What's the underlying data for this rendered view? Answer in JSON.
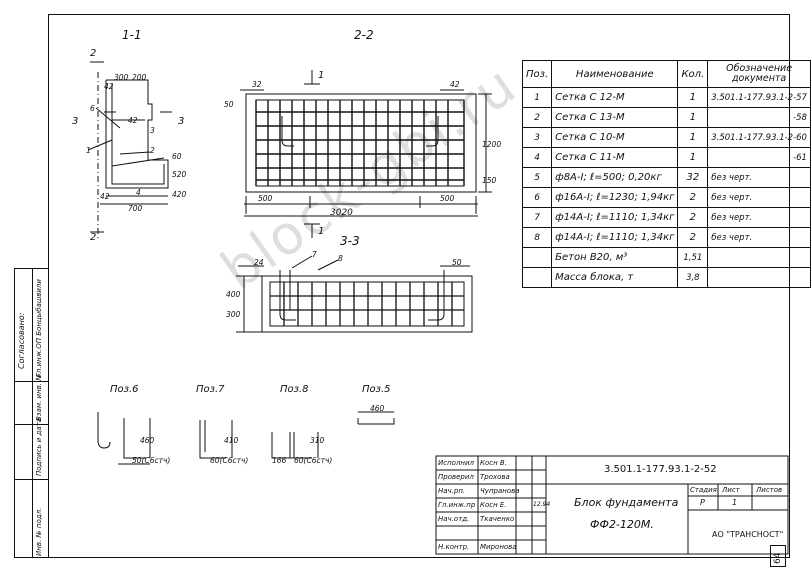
{
  "sections": {
    "s11": "1-1",
    "s22": "2-2",
    "s33": "3-3"
  },
  "dims": {
    "d300": "300",
    "d200": "200",
    "d42a": "42",
    "d42b": "42",
    "d60": "60",
    "d42c": "42",
    "d700": "700",
    "d4": "4",
    "d2": "2",
    "d6": "6",
    "d1": "1",
    "d3": "3",
    "d520": "520",
    "d420": "420",
    "d32": "32",
    "d42top": "42",
    "d50": "50",
    "d1200": "1200",
    "d150": "150",
    "d500a": "500",
    "d500b": "500",
    "d3020": "3020",
    "d24": "24",
    "d7": "7",
    "d8": "8",
    "d50b": "50",
    "d300b": "300",
    "d400": "400",
    "p6_460": "460",
    "p6_50": "50(С6стч)",
    "p7_410": "410",
    "p7_60": "60(С6стч)",
    "p8_310": "310",
    "p8_60": "60(С6стч)",
    "p8_166": "166",
    "p5_460": "460"
  },
  "cuts": {
    "c2": "2",
    "c3": "3",
    "c1": "1"
  },
  "positions": {
    "pos6": "Поз.6",
    "pos7": "Поз.7",
    "pos8": "Поз.8",
    "pos5": "Поз.5"
  },
  "spec": {
    "header": {
      "pos": "Поз.",
      "name": "Наименование",
      "qty": "Кол.",
      "designation": "Обозначение документа"
    },
    "rows": [
      {
        "pos": "1",
        "name": "Сетка С 12-М",
        "qty": "1",
        "doc": "3.501.1-177.93.1-2-57"
      },
      {
        "pos": "2",
        "name": "Сетка С 13-М",
        "qty": "1",
        "doc": "-58"
      },
      {
        "pos": "3",
        "name": "Сетка С 10-М",
        "qty": "1",
        "doc": "3.501.1-177.93.1-2-60"
      },
      {
        "pos": "4",
        "name": "Сетка С 11-М",
        "qty": "1",
        "doc": "-61"
      },
      {
        "pos": "5",
        "name": "ф8А-I; ℓ=500; 0,20кг",
        "qty": "32",
        "doc": "без черт."
      },
      {
        "pos": "6",
        "name": "ф16А-I; ℓ=1230; 1,94кг",
        "qty": "2",
        "doc": "без черт."
      },
      {
        "pos": "7",
        "name": "ф14А-I; ℓ=1110; 1,34кг",
        "qty": "2",
        "doc": "без черт."
      },
      {
        "pos": "8",
        "name": "ф14А-I; ℓ=1110; 1,34кг",
        "qty": "2",
        "doc": "без черт."
      },
      {
        "pos": "",
        "name": "Бетон В20, м³",
        "qty": "1,51",
        "doc": ""
      },
      {
        "pos": "",
        "name": "Масса блока, т",
        "qty": "3,8",
        "doc": ""
      }
    ]
  },
  "stamp": {
    "roles": [
      "Исполнил",
      "Проверил",
      "Нач.рп.",
      "Гл.инж.пр",
      "Нач.отд.",
      "",
      "Н.контр."
    ],
    "names": [
      "Косн В.",
      "Трохова",
      "Чупранова",
      "Косн Е.",
      "Ткаченко",
      "",
      "Миронова"
    ],
    "date": "12.94",
    "code": "3.501.1-177.93.1-2-52",
    "title1": "Блок фундамента",
    "title2": "ФФ2-120М.",
    "stage_h": "Стадия",
    "sheet_h": "Лист",
    "sheets_h": "Листов",
    "stage": "Р",
    "sheet": "1",
    "org": "АО \"ТРАНСНОСТ\""
  },
  "side": {
    "agreed": "Согласовано:",
    "agreed2": "Гл.инж.ОП Бонцыбашвили",
    "inv1": "Инв. № подл.",
    "inv2": "Подпись и дата",
    "inv3": "Взам. инв. №"
  },
  "page_number": "64",
  "watermark": "block-gbi.ru"
}
